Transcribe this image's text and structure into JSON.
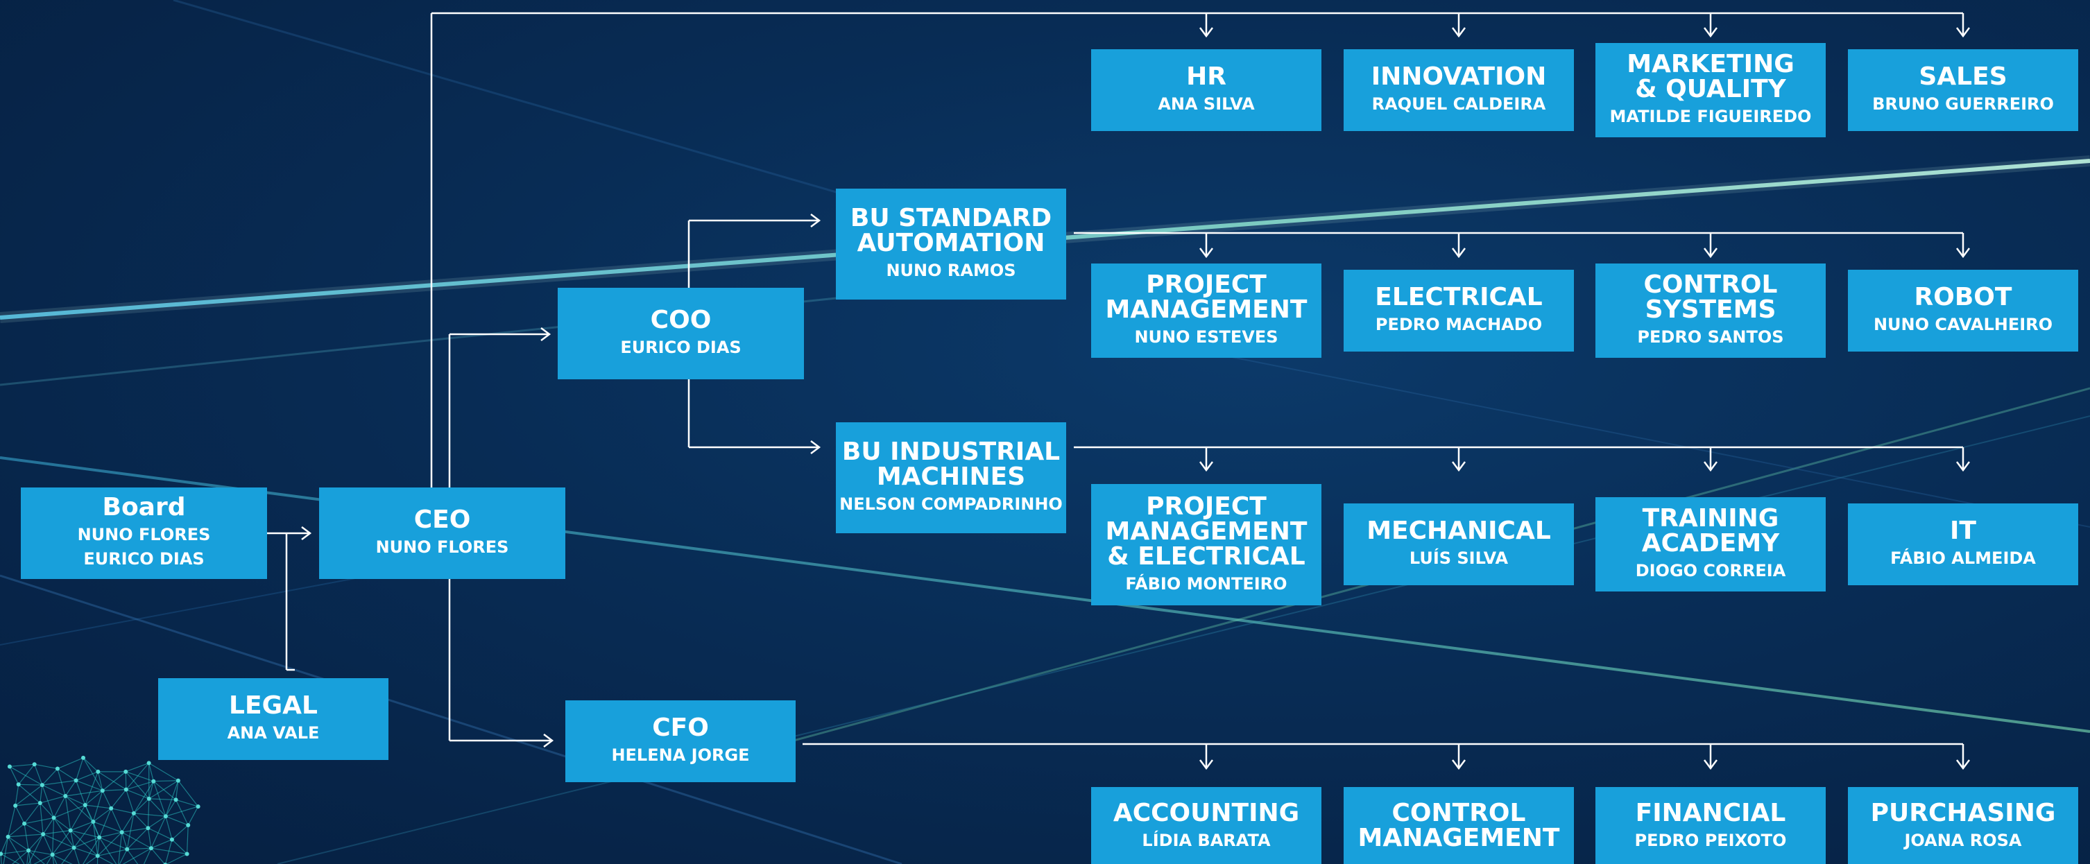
{
  "colors": {
    "box_fill": "#18a0db",
    "box_text": "#ffffff",
    "connector": "#ffffff",
    "background": "#082c55",
    "light_streak": "#9ff5d8"
  },
  "icons": [
    "arrow-down-icon",
    "arrow-right-icon",
    "network-globe-icon"
  ],
  "org": {
    "board": {
      "title": "Board",
      "names": "NUNO FLORES\nEURICO DIAS"
    },
    "legal": {
      "title": "LEGAL",
      "name": "ANA VALE"
    },
    "ceo": {
      "title": "CEO",
      "name": "NUNO FLORES"
    },
    "coo": {
      "title": "COO",
      "name": "EURICO DIAS"
    },
    "cfo": {
      "title": "CFO",
      "name": "HELENA JORGE"
    },
    "bu_standard": {
      "title": "BU STANDARD\nAUTOMATION",
      "name": "NUNO RAMOS"
    },
    "bu_industrial": {
      "title": "BU INDUSTRIAL\nMACHINES",
      "name": "NELSON COMPADRINHO"
    },
    "top_row": [
      {
        "title": "HR",
        "name": "ANA SILVA"
      },
      {
        "title": "INNOVATION",
        "name": "RAQUEL CALDEIRA"
      },
      {
        "title": "MARKETING\n& QUALITY",
        "name": "MATILDE FIGUEIREDO"
      },
      {
        "title": "SALES",
        "name": "BRUNO GUERREIRO"
      }
    ],
    "standard_row": [
      {
        "title": "PROJECT\nMANAGEMENT",
        "name": "NUNO ESTEVES"
      },
      {
        "title": "ELECTRICAL",
        "name": "PEDRO MACHADO"
      },
      {
        "title": "CONTROL\nSYSTEMS",
        "name": "PEDRO SANTOS"
      },
      {
        "title": "ROBOT",
        "name": "NUNO CAVALHEIRO"
      }
    ],
    "industrial_row": [
      {
        "title": "PROJECT\nMANAGEMENT\n& ELECTRICAL",
        "name": "FÁBIO MONTEIRO"
      },
      {
        "title": "MECHANICAL",
        "name": "LUÍS SILVA"
      },
      {
        "title": "TRAINING\nACADEMY",
        "name": "DIOGO CORREIA"
      },
      {
        "title": "IT",
        "name": "FÁBIO ALMEIDA"
      }
    ],
    "finance_row": [
      {
        "title": "ACCOUNTING",
        "name": "LÍDIA BARATA"
      },
      {
        "title": "CONTROL\nMANAGEMENT",
        "name": ""
      },
      {
        "title": "FINANCIAL",
        "name": "PEDRO PEIXOTO"
      },
      {
        "title": "PURCHASING",
        "name": "JOANA ROSA"
      }
    ]
  }
}
